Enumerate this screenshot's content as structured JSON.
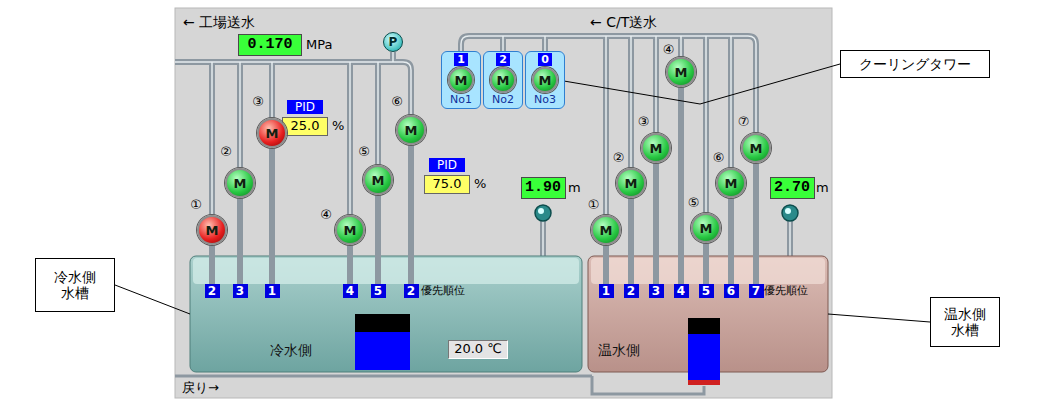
{
  "diagram": {
    "nodes": [
      {
        "text": [
          "0.170"
        ]
      },
      {
        "text": [
          "P"
        ]
      },
      {
        "text": [
          "PID"
        ]
      },
      {
        "text": [
          "25.0"
        ]
      },
      {
        "text": [
          "PID"
        ]
      },
      {
        "text": [
          "75.0"
        ]
      },
      {
        "text": [
          "M"
        ]
      },
      {
        "text": [
          "M"
        ]
      },
      {
        "text": [
          "M"
        ]
      },
      {
        "text": [
          "M"
        ]
      },
      {
        "text": [
          "M"
        ]
      },
      {
        "text": [
          "M"
        ]
      },
      {
        "text": [
          "No1"
        ]
      },
      {
        "text": [
          "1"
        ],
        "in": 12
      },
      {
        "text": [
          "M"
        ],
        "in": 12
      },
      {
        "text": [
          "No2"
        ]
      },
      {
        "text": [
          "2"
        ],
        "in": 15
      },
      {
        "text": [
          "M"
        ],
        "in": 15
      },
      {
        "text": [
          "No3"
        ]
      },
      {
        "text": [
          "0"
        ],
        "in": 18
      },
      {
        "text": [
          "M"
        ],
        "in": 18
      },
      {
        "text": [
          "1.90"
        ]
      },
      {
        "text": [
          "M"
        ]
      },
      {
        "text": [
          "M"
        ]
      },
      {
        "text": [
          "M"
        ]
      },
      {
        "text": [
          "M"
        ]
      },
      {
        "text": [
          "M"
        ]
      },
      {
        "text": [
          "M"
        ]
      },
      {
        "text": [
          "M"
        ]
      },
      {
        "text": [
          "2.70"
        ]
      },
      {
        "text": [
          "冷水側"
        ]
      },
      {
        "text": [
          "2"
        ],
        "in": 30
      },
      {
        "text": [
          "3"
        ],
        "in": 30
      },
      {
        "text": [
          "1"
        ],
        "in": 30
      },
      {
        "text": [
          "4"
        ],
        "in": 30
      },
      {
        "text": [
          "5"
        ],
        "in": 30
      },
      {
        "text": [
          "2"
        ],
        "in": 30
      },
      {
        "text": [
          "20.0 ℃"
        ],
        "in": 30
      },
      {
        "text": [
          "温水側"
        ]
      },
      {
        "text": [
          "1"
        ],
        "in": 38
      },
      {
        "text": [
          "2"
        ],
        "in": 38
      },
      {
        "text": [
          "3"
        ],
        "in": 38
      },
      {
        "text": [
          "4"
        ],
        "in": 38
      },
      {
        "text": [
          "5"
        ],
        "in": 38
      },
      {
        "text": [
          "6"
        ],
        "in": 38
      },
      {
        "text": [
          "7"
        ],
        "in": 38
      },
      {
        "text": [
          "クーリングタワー"
        ]
      },
      {
        "text": [
          "冷水側 水槽"
        ]
      },
      {
        "text": [
          "温水側 水槽"
        ]
      }
    ],
    "edges": [
      {
        "from": 6,
        "to": 31,
        "arrow": "none"
      },
      {
        "from": 7,
        "to": 32,
        "arrow": "none"
      },
      {
        "from": 8,
        "to": 33,
        "arrow": "none"
      },
      {
        "from": 9,
        "to": 34,
        "arrow": "none"
      },
      {
        "from": 10,
        "to": 35,
        "arrow": "none"
      },
      {
        "from": 11,
        "to": 36,
        "arrow": "none"
      },
      {
        "from": 22,
        "to": 39,
        "arrow": "none"
      },
      {
        "from": 23,
        "to": 40,
        "arrow": "none"
      },
      {
        "from": 24,
        "to": 41,
        "arrow": "none"
      },
      {
        "from": 25,
        "to": 42,
        "arrow": "none"
      },
      {
        "from": 26,
        "to": 43,
        "arrow": "none"
      },
      {
        "from": 27,
        "to": 44,
        "arrow": "none"
      },
      {
        "from": 28,
        "to": 45,
        "arrow": "none"
      },
      {
        "from": 46,
        "to": 20,
        "arrow": "none"
      },
      {
        "from": 47,
        "to": 30,
        "arrow": "none"
      },
      {
        "from": 48,
        "to": 38,
        "arrow": "none"
      }
    ],
    "labels": [
      "← 工場送水",
      "MPa",
      "← C/T送水",
      "①",
      "②",
      "③",
      "④",
      "⑤",
      "⑥",
      "%",
      "%",
      "m",
      "①",
      "②",
      "③",
      "④",
      "⑤",
      "⑥",
      "⑦",
      "m",
      "優先順位",
      "優先順位",
      "戻り→"
    ]
  }
}
